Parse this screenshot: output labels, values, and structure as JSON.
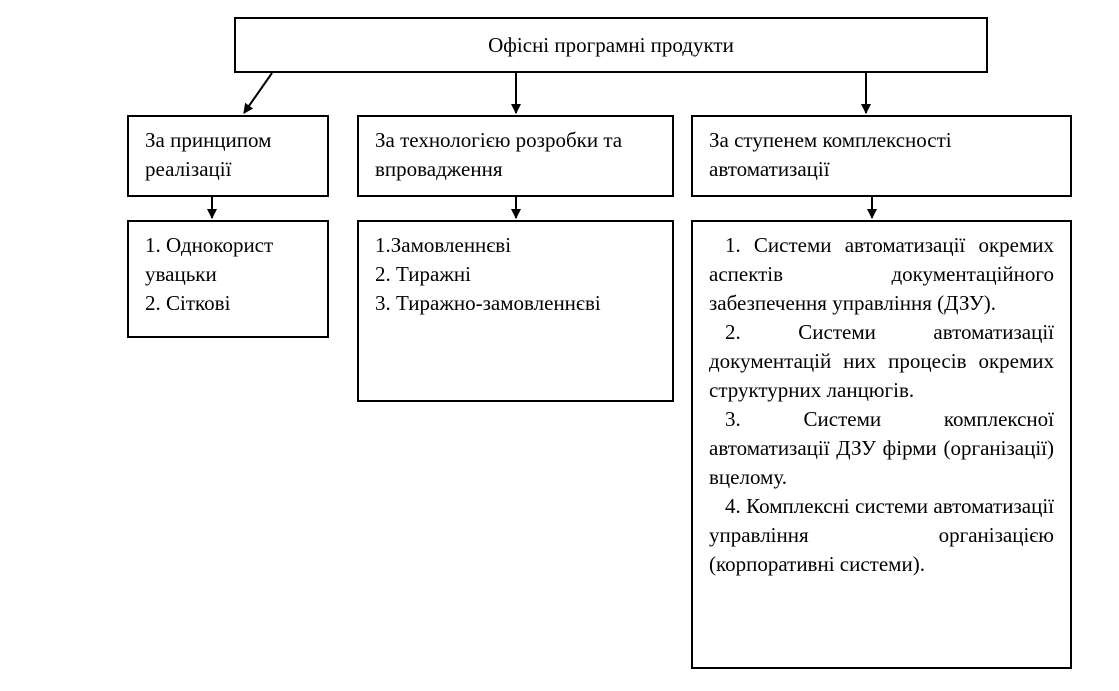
{
  "root": {
    "title": "Офісні програмні продукти"
  },
  "categories": [
    {
      "label": "За принципом реалізації"
    },
    {
      "label": "За технологією розробки та впровадження"
    },
    {
      "label": "За ступенем комплексності автоматизації"
    }
  ],
  "lists": {
    "principle": [
      "1.  Однокорист увацьки",
      "2.  Сіткові"
    ],
    "technology": [
      "1.Замовленнєві",
      "2. Тиражні",
      "3. Тиражно-замовленнєві"
    ],
    "complexity": [
      "1. Системи автоматизації окремих аспектів документаційного забезпечення управління (ДЗУ).",
      "2. Системи автоматизації документацій них процесів окремих структурних ланцюгів.",
      "3. Системи комплексної автоматизації ДЗУ фірми (організації) вцелому.",
      "4. Комплексні системи автоматизації управління організацією (корпоративні системи)."
    ]
  }
}
